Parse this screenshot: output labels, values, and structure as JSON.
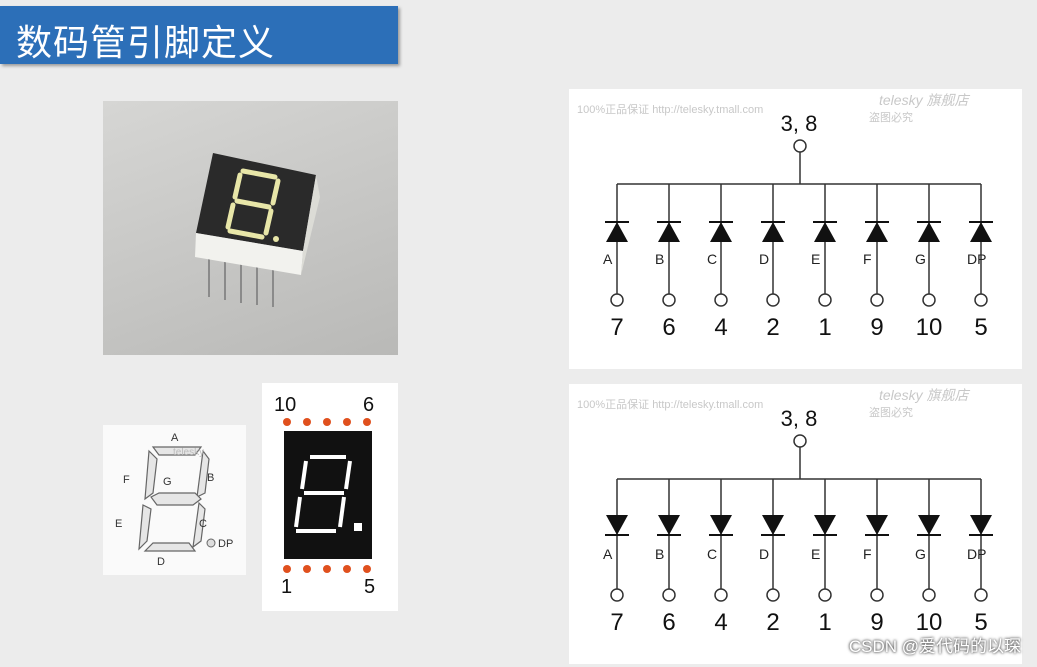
{
  "slide": {
    "title": "数码管引脚定义",
    "credit": "CSDN @爱代码的以琛"
  },
  "segment_diagram": {
    "labels": [
      "A",
      "B",
      "C",
      "D",
      "E",
      "F",
      "G",
      "DP"
    ]
  },
  "display_pins": {
    "top_left": "10",
    "top_right": "6",
    "bottom_left": "1",
    "bottom_right": "5"
  },
  "circuit_top": {
    "common_label": "3, 8",
    "segments": [
      "A",
      "B",
      "C",
      "D",
      "E",
      "F",
      "G",
      "DP"
    ],
    "pins": [
      "7",
      "6",
      "4",
      "2",
      "1",
      "9",
      "10",
      "5"
    ]
  },
  "circuit_bottom": {
    "common_label": "3, 8",
    "segments": [
      "A",
      "B",
      "C",
      "D",
      "E",
      "F",
      "G",
      "DP"
    ],
    "pins": [
      "7",
      "6",
      "4",
      "2",
      "1",
      "9",
      "10",
      "5"
    ]
  },
  "watermark": {
    "brand": "telesky",
    "shop": "旗舰店",
    "line1": "100%正品保证",
    "line2": "http://telesky.tmall.com",
    "line3": "盗图必究"
  },
  "colors": {
    "title_bg": "#2c6fb8",
    "led_glow": "#e8e6a8",
    "pin_dot": "#e0501e"
  }
}
